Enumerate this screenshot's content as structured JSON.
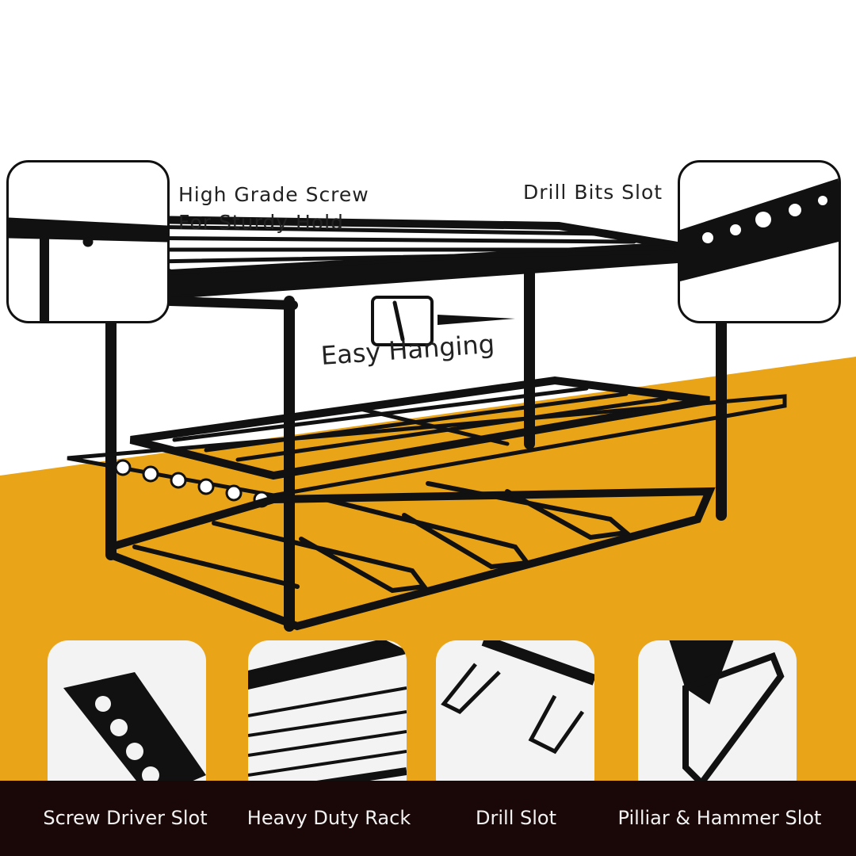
{
  "callouts": {
    "screw": "High Grade Screw\nFor Sturdy Hold",
    "screw_line1": "High Grade Screw",
    "screw_line2": "For Sturdy Hold",
    "drill_bits": "Drill Bits Slot",
    "easy_hanging": "Easy Hanging"
  },
  "features": [
    {
      "label": "Screw Driver Slot"
    },
    {
      "label": "Heavy Duty Rack"
    },
    {
      "label": "Drill Slot"
    },
    {
      "label": "Pilliar & Hammer Slot"
    }
  ],
  "colors": {
    "accent": "#e9a418",
    "band": "#1a0707",
    "rack": "#111111"
  }
}
